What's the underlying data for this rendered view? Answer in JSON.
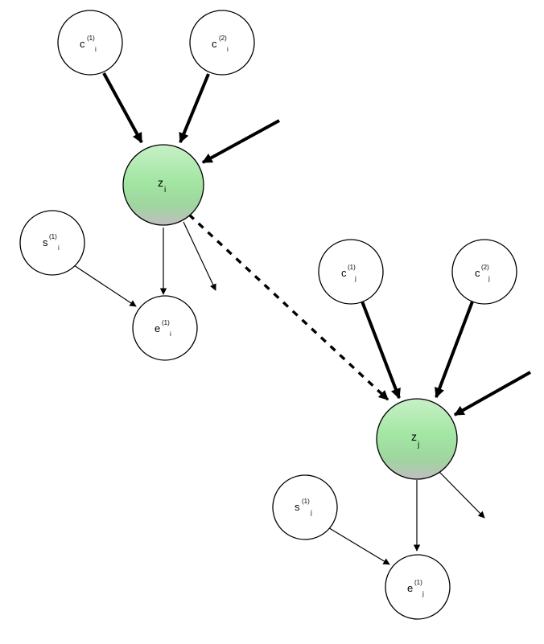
{
  "diagram": {
    "background": "#ffffff",
    "colors": {
      "node_fill": "#ffffff",
      "latent_fill_top": "#c7f0c7",
      "latent_fill_bottom": "#9fe09f",
      "edge": "#000000"
    },
    "nodes": {
      "c1i": {
        "main": "c",
        "sup": "(1)",
        "sub": "i"
      },
      "c2i": {
        "main": "c",
        "sup": "(2)",
        "sub": "i"
      },
      "zi": {
        "main": "z",
        "sub": "i"
      },
      "s1i": {
        "main": "s",
        "sup": "(1)",
        "sub": "i"
      },
      "e1i": {
        "main": "e",
        "sup": "(1)",
        "sub": "i"
      },
      "c1j": {
        "main": "c",
        "sup": "(1)",
        "sub": "j"
      },
      "c2j": {
        "main": "c",
        "sup": "(2)",
        "sub": "j"
      },
      "zj": {
        "main": "z",
        "sub": "j"
      },
      "s1j": {
        "main": "s",
        "sup": "(1)",
        "sub": "j"
      },
      "e1j": {
        "main": "e",
        "sup": "(1)",
        "sub": "j"
      }
    }
  }
}
